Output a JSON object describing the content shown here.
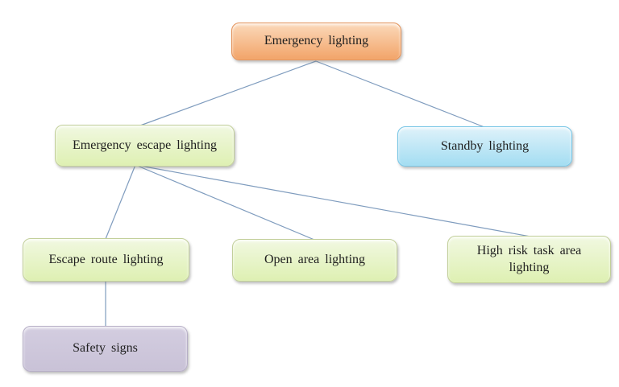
{
  "colors": {
    "background": "#ffffff",
    "connector": "#7f9cbe",
    "text": "#1f1f1f"
  },
  "nodes": {
    "emergency_lighting": {
      "label": "Emergency lighting",
      "fill_top": "#fbd9ba",
      "fill_bottom": "#f2a469",
      "border": "#e39158"
    },
    "emergency_escape_lighting": {
      "label": "Emergency escape lighting",
      "fill_top": "#f1f8e1",
      "fill_bottom": "#def0b2",
      "border": "#c2cf9a"
    },
    "standby_lighting": {
      "label": "Standby lighting",
      "fill_top": "#dff2fa",
      "fill_bottom": "#a3ddf2",
      "border": "#76c5e6"
    },
    "escape_route_lighting": {
      "label": "Escape route lighting",
      "fill_top": "#f1f8e1",
      "fill_bottom": "#def0b2",
      "border": "#c2cf9a"
    },
    "open_area_lighting": {
      "label": "Open area lighting",
      "fill_top": "#f1f8e1",
      "fill_bottom": "#def0b2",
      "border": "#c2cf9a"
    },
    "high_risk_task_area_lighting": {
      "label": "High risk task area lighting",
      "fill_top": "#f1f8e1",
      "fill_bottom": "#def0b2",
      "border": "#c2cf9a"
    },
    "safety_signs": {
      "label": "Safety signs",
      "fill_top": "#d3cde0",
      "fill_bottom": "#c9c2d7",
      "border": "#b7afc7"
    }
  },
  "edges": [
    {
      "from": "emergency_lighting",
      "to": "emergency_escape_lighting"
    },
    {
      "from": "emergency_lighting",
      "to": "standby_lighting"
    },
    {
      "from": "emergency_escape_lighting",
      "to": "escape_route_lighting"
    },
    {
      "from": "emergency_escape_lighting",
      "to": "open_area_lighting"
    },
    {
      "from": "emergency_escape_lighting",
      "to": "high_risk_task_area_lighting"
    },
    {
      "from": "escape_route_lighting",
      "to": "safety_signs"
    }
  ]
}
